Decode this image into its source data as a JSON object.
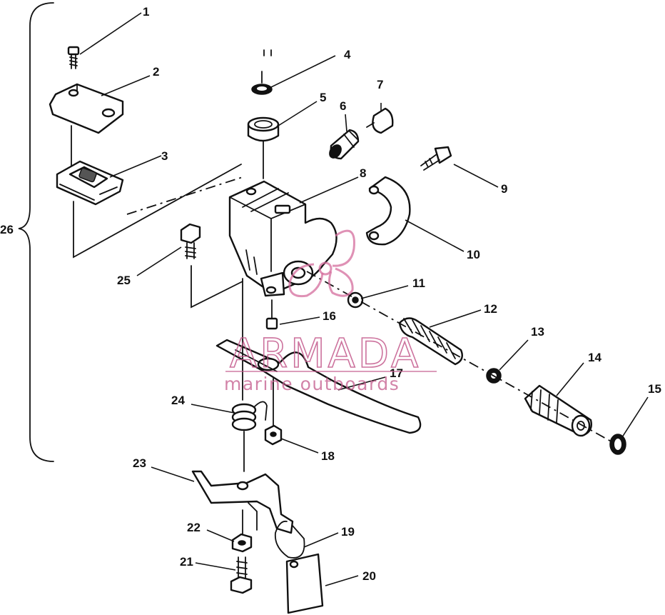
{
  "assembly_label": "26",
  "watermark": {
    "brand": "ARMADA",
    "tagline": "marine outboards",
    "color": "#c45a8c"
  },
  "callouts": [
    "1",
    "2",
    "3",
    "4",
    "5",
    "6",
    "7",
    "8",
    "9",
    "10",
    "11",
    "12",
    "13",
    "14",
    "15",
    "16",
    "17",
    "18",
    "19",
    "20",
    "21",
    "22",
    "23",
    "24",
    "25"
  ]
}
